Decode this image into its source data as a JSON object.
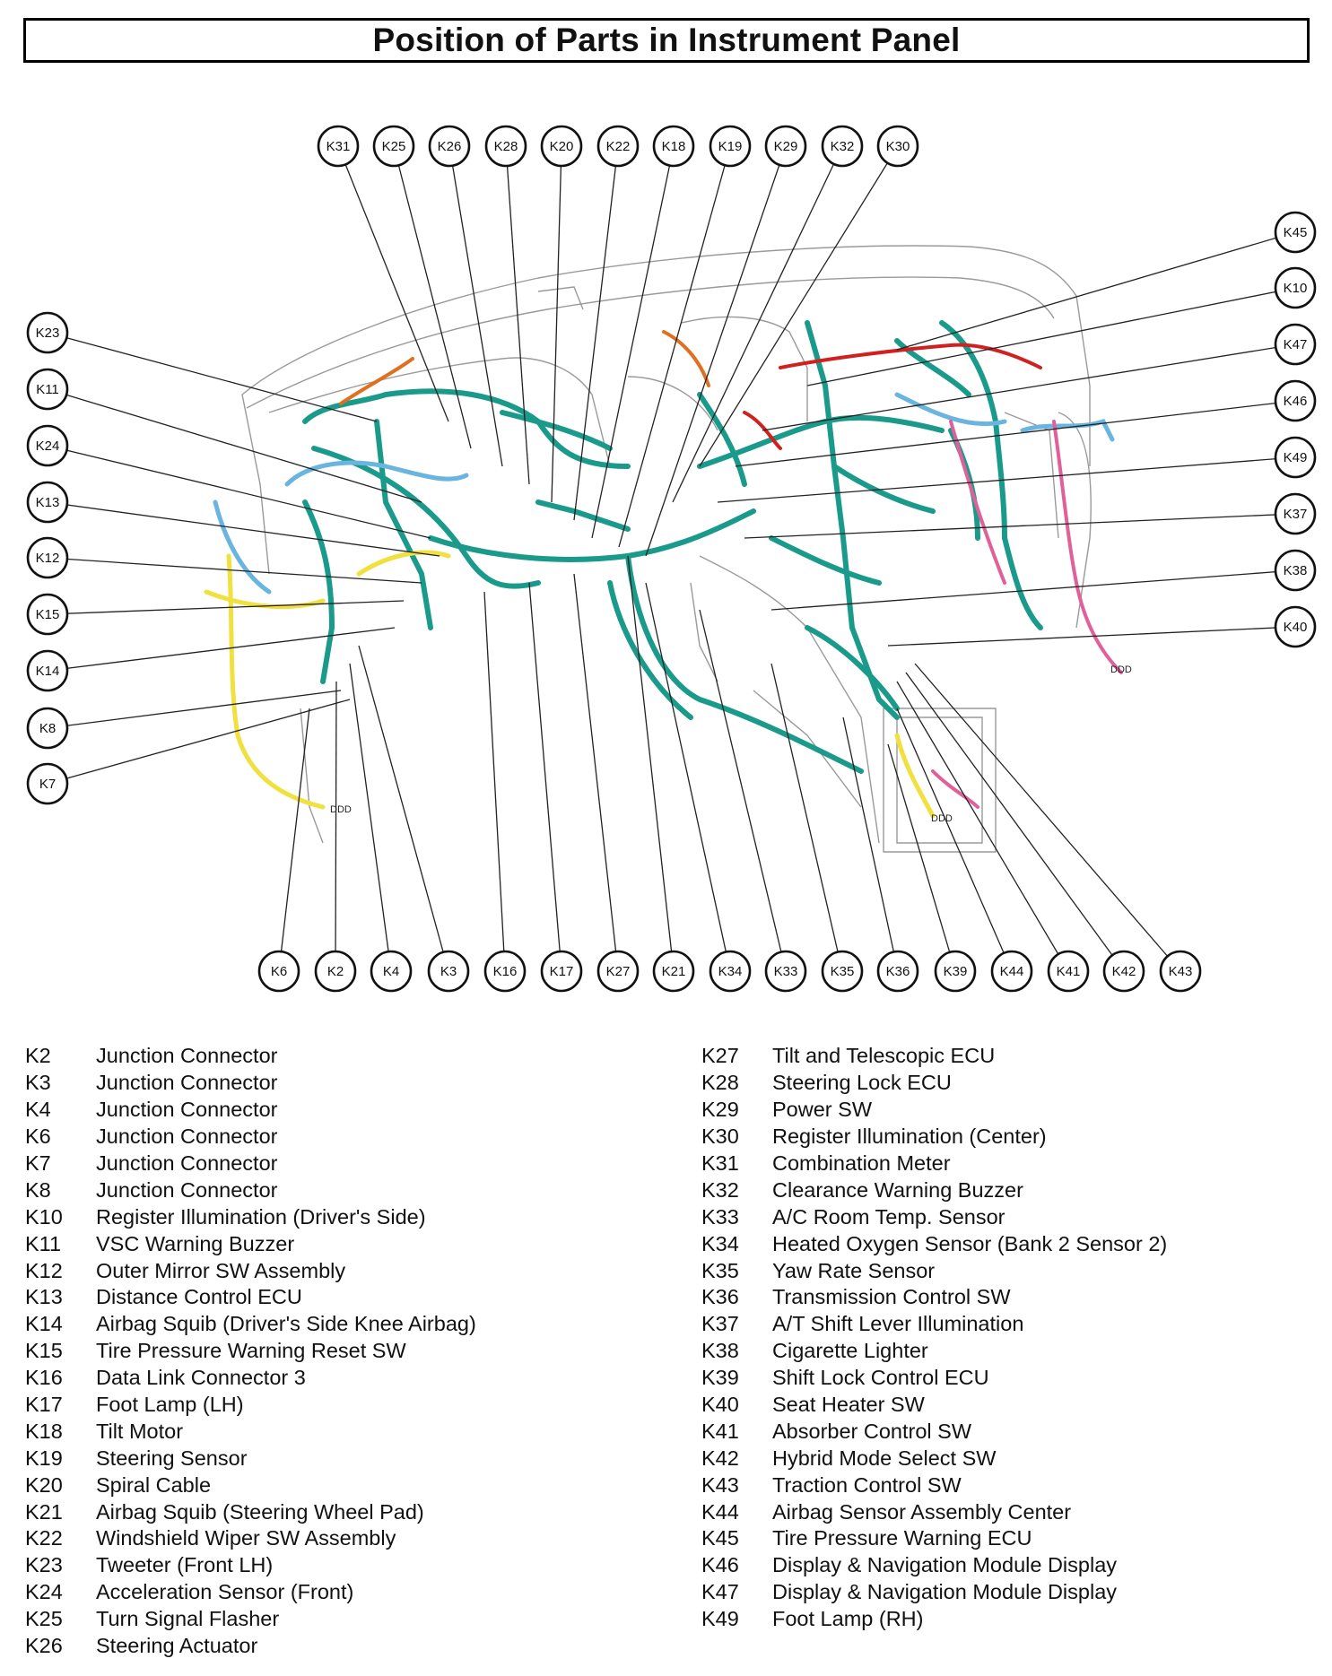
{
  "title": "Position of Parts in Instrument Panel",
  "callouts_top": [
    "K31",
    "K25",
    "K26",
    "K28",
    "K20",
    "K22",
    "K18",
    "K19",
    "K29",
    "K32",
    "K30"
  ],
  "callouts_left": [
    "K23",
    "K11",
    "K24",
    "K13",
    "K12",
    "K15",
    "K14",
    "K8",
    "K7"
  ],
  "callouts_right": [
    "K45",
    "K10",
    "K47",
    "K46",
    "K49",
    "K37",
    "K38",
    "K40"
  ],
  "callouts_bottom": [
    "K6",
    "K2",
    "K4",
    "K3",
    "K16",
    "K17",
    "K27",
    "K21",
    "K34",
    "K33",
    "K35",
    "K36",
    "K39",
    "K44",
    "K41",
    "K42",
    "K43"
  ],
  "wire_marks": [
    "DDD",
    "DDD",
    "DDD"
  ],
  "legend_left": [
    {
      "code": "K2",
      "name": "Junction Connector"
    },
    {
      "code": "K3",
      "name": "Junction Connector"
    },
    {
      "code": "K4",
      "name": "Junction Connector"
    },
    {
      "code": "K6",
      "name": "Junction Connector"
    },
    {
      "code": "K7",
      "name": "Junction Connector"
    },
    {
      "code": "K8",
      "name": "Junction Connector"
    },
    {
      "code": "K10",
      "name": "Register Illumination (Driver's Side)"
    },
    {
      "code": "K11",
      "name": "VSC Warning Buzzer"
    },
    {
      "code": "K12",
      "name": "Outer Mirror SW Assembly"
    },
    {
      "code": "K13",
      "name": "Distance Control ECU"
    },
    {
      "code": "K14",
      "name": "Airbag Squib (Driver's Side Knee Airbag)"
    },
    {
      "code": "K15",
      "name": "Tire Pressure Warning Reset SW"
    },
    {
      "code": "K16",
      "name": "Data Link Connector 3"
    },
    {
      "code": "K17",
      "name": "Foot Lamp (LH)"
    },
    {
      "code": "K18",
      "name": "Tilt Motor"
    },
    {
      "code": "K19",
      "name": "Steering Sensor"
    },
    {
      "code": "K20",
      "name": "Spiral Cable"
    },
    {
      "code": "K21",
      "name": "Airbag Squib (Steering Wheel Pad)"
    },
    {
      "code": "K22",
      "name": "Windshield Wiper SW Assembly"
    },
    {
      "code": "K23",
      "name": "Tweeter (Front LH)"
    },
    {
      "code": "K24",
      "name": "Acceleration Sensor (Front)"
    },
    {
      "code": "K25",
      "name": "Turn Signal Flasher"
    },
    {
      "code": "K26",
      "name": "Steering Actuator"
    }
  ],
  "legend_right": [
    {
      "code": "K27",
      "name": "Tilt and Telescopic ECU"
    },
    {
      "code": "K28",
      "name": "Steering Lock ECU"
    },
    {
      "code": "K29",
      "name": "Power SW"
    },
    {
      "code": "K30",
      "name": "Register Illumination (Center)"
    },
    {
      "code": "K31",
      "name": "Combination Meter"
    },
    {
      "code": "K32",
      "name": "Clearance Warning Buzzer"
    },
    {
      "code": "K33",
      "name": "A/C Room Temp. Sensor"
    },
    {
      "code": "K34",
      "name": "Heated Oxygen Sensor (Bank 2 Sensor 2)"
    },
    {
      "code": "K35",
      "name": "Yaw Rate Sensor"
    },
    {
      "code": "K36",
      "name": "Transmission Control SW"
    },
    {
      "code": "K37",
      "name": "A/T Shift Lever Illumination"
    },
    {
      "code": "K38",
      "name": "Cigarette Lighter"
    },
    {
      "code": "K39",
      "name": "Shift Lock Control ECU"
    },
    {
      "code": "K40",
      "name": "Seat Heater SW"
    },
    {
      "code": "K41",
      "name": "Absorber Control SW"
    },
    {
      "code": "K42",
      "name": "Hybrid Mode Select SW"
    },
    {
      "code": "K43",
      "name": "Traction Control SW"
    },
    {
      "code": "K44",
      "name": "Airbag Sensor Assembly Center"
    },
    {
      "code": "K45",
      "name": "Tire Pressure Warning ECU"
    },
    {
      "code": "K46",
      "name": "Display & Navigation Module Display"
    },
    {
      "code": "K47",
      "name": "Display & Navigation Module Display"
    },
    {
      "code": "K49",
      "name": "Foot Lamp (RH)"
    }
  ],
  "colors": {
    "harness_main": "#1a9a8a",
    "harness_blue": "#6ab4e0",
    "harness_yellow": "#f0e040",
    "harness_pink": "#e0609a",
    "harness_red": "#d02020",
    "harness_orange": "#e07020",
    "outline": "#9a9a9a",
    "leader": "#222222"
  }
}
